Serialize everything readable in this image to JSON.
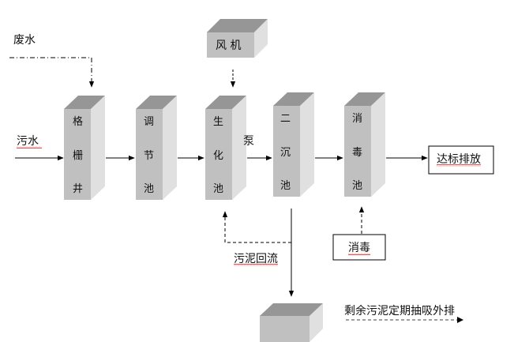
{
  "diagram": {
    "title": "污水处理工艺流程",
    "inputs": {
      "waste_water": "废水",
      "sewage": "污水"
    },
    "units": [
      {
        "id": "grille-well",
        "chars": [
          "格",
          "栅",
          "井"
        ]
      },
      {
        "id": "regulating-tank",
        "chars": [
          "调",
          "节",
          "池"
        ]
      },
      {
        "id": "biochemical-tank",
        "chars": [
          "生",
          "化",
          "池"
        ]
      },
      {
        "id": "secondary-clarifier",
        "chars": [
          "二",
          "沉",
          "池"
        ]
      },
      {
        "id": "disinfection-tank",
        "chars": [
          "消",
          "毒",
          "池"
        ]
      }
    ],
    "blower": "风 机",
    "pump": "泵",
    "discharge": "达标排放",
    "disinfection_input": "消毒",
    "sludge_return": "污泥回流",
    "excess_sludge": "剩余污泥定期抽吸外排",
    "colors": {
      "box_front": "#c0c0c0",
      "box_top": "#969696",
      "box_side": "#e0e0e0",
      "line": "#000000",
      "spellcheck": "#e03030"
    }
  }
}
